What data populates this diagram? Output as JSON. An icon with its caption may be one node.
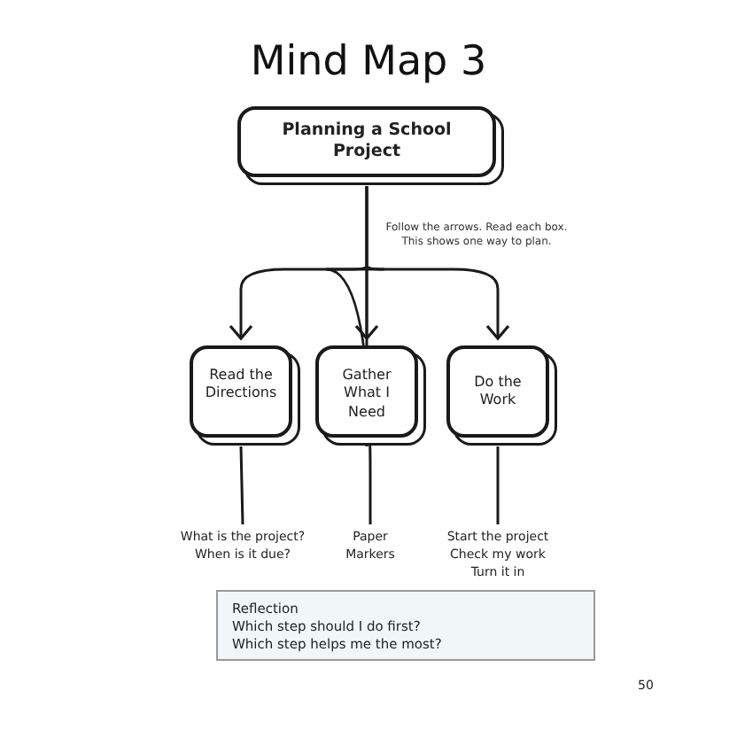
{
  "diagram": {
    "title": "Mind Map 3",
    "nodes": [
      {
        "text": [
          "Planning a School Project"
        ]
      },
      {
        "text": [
          "Read the Directions"
        ]
      },
      {
        "text": [
          "Gather What I Need"
        ]
      },
      {
        "text": [
          "Do the Work"
        ]
      },
      {
        "text": [
          "What is the project?",
          "When is it due?"
        ]
      },
      {
        "text": [
          "Paper",
          "Markers"
        ]
      },
      {
        "text": [
          "Start the project",
          "Check my work",
          "Turn it in"
        ]
      },
      {
        "text": [
          "Reflection",
          "Which step should I do first?",
          "Which step helps me the most?"
        ]
      }
    ],
    "edges": [
      {
        "from": 0,
        "to": 1,
        "arrow": "to"
      },
      {
        "from": 0,
        "to": 2,
        "arrow": "to"
      },
      {
        "from": 0,
        "to": 3,
        "arrow": "to"
      },
      {
        "from": 1,
        "to": 4,
        "arrow": "none"
      },
      {
        "from": 2,
        "to": 5,
        "arrow": "none"
      },
      {
        "from": 3,
        "to": 6,
        "arrow": "none"
      }
    ],
    "labels": [
      "Follow the arrows. Read each box. This shows one way to plan.",
      "50"
    ]
  }
}
